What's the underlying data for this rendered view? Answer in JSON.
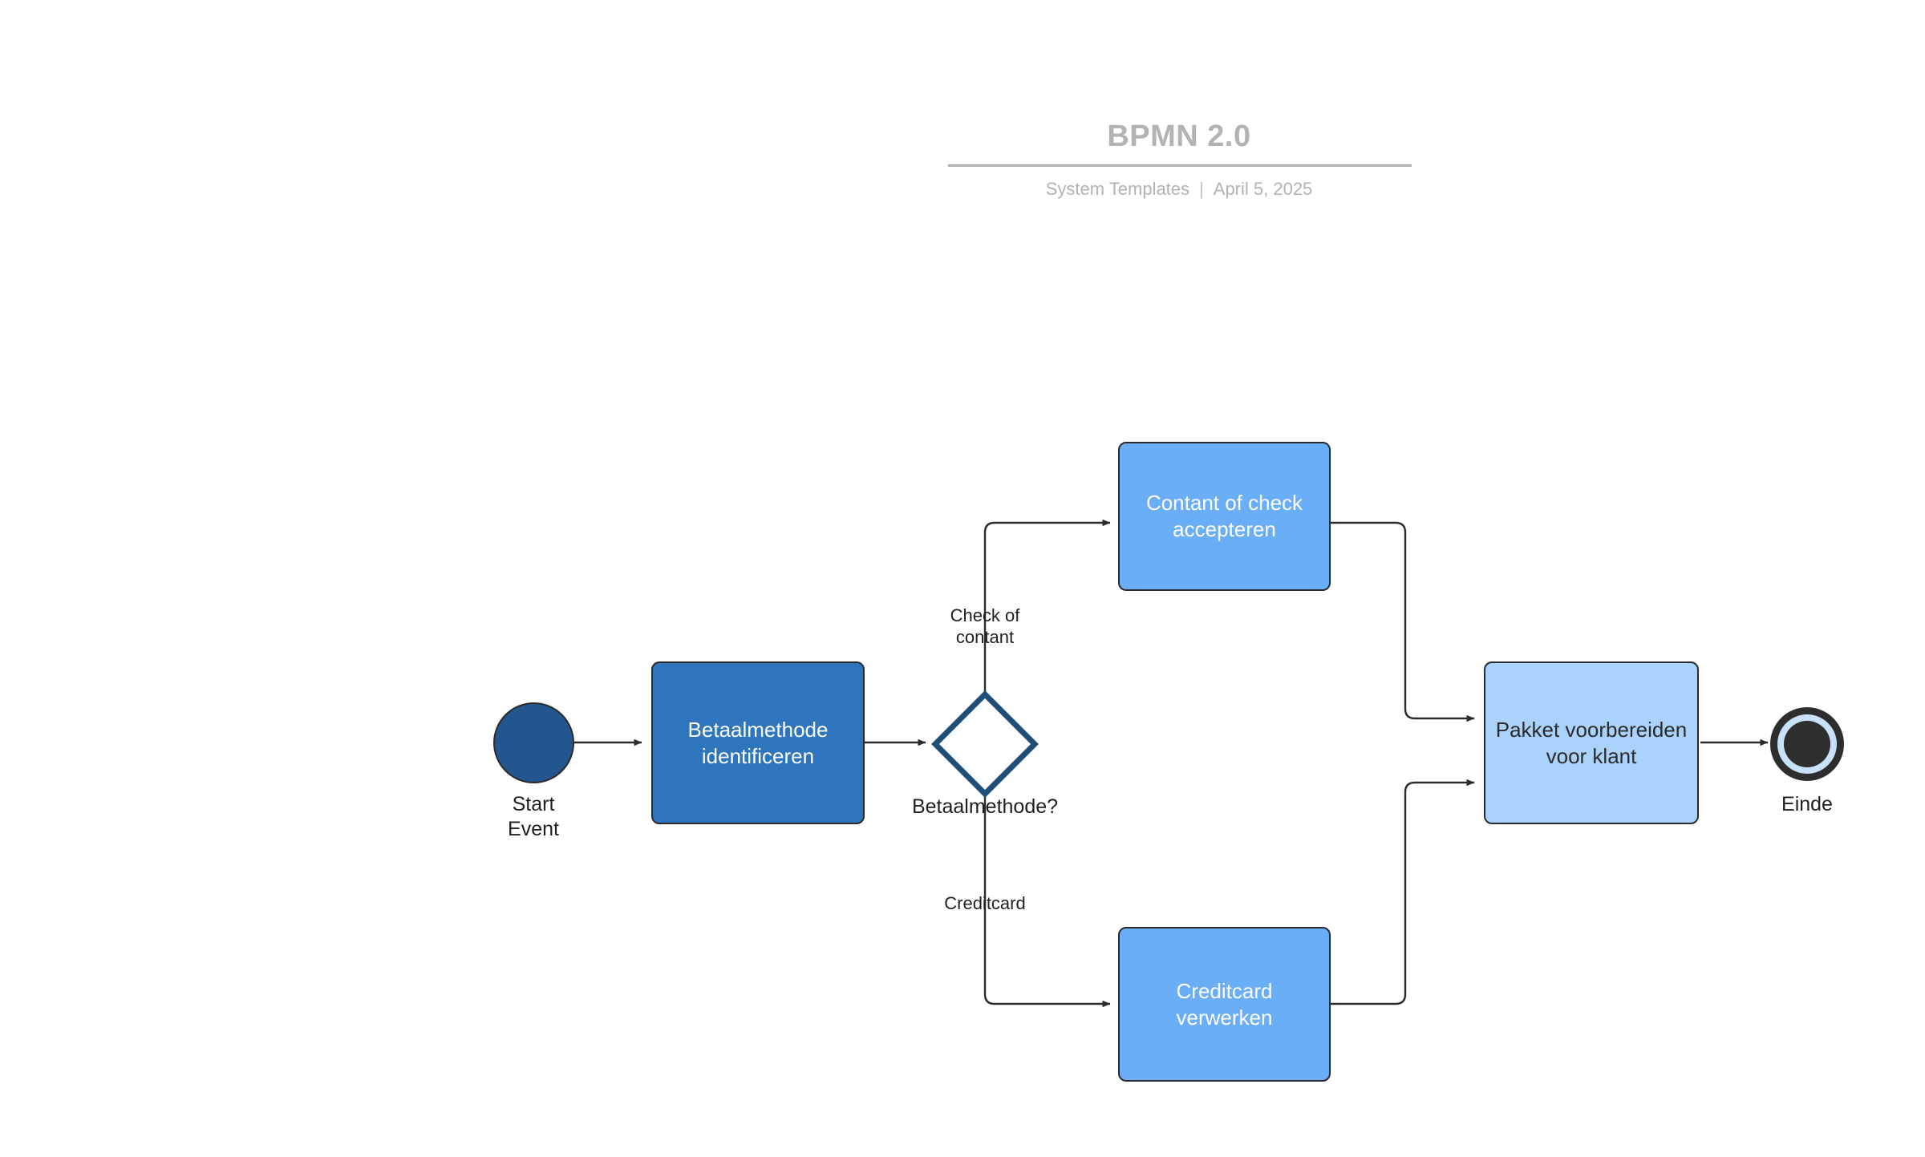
{
  "header": {
    "title": "BPMN 2.0",
    "source": "System Templates",
    "separator": "|",
    "date": "April 5, 2025"
  },
  "diagram": {
    "type": "bpmn-process-flow",
    "colors": {
      "task_dark": "#2E75BE",
      "task_mid": "#6AAEF7",
      "task_light": "#AAD2FA",
      "start_event_fill": "#23558F",
      "end_event_ring": "#2E2E2E",
      "end_event_gap": "#C9E2FB",
      "gateway_border": "#1F4E79",
      "gateway_fill": "#FFFFFF",
      "stroke": "#2B2B2B",
      "header_text": "#B3B3B3"
    },
    "nodes": [
      {
        "id": "start",
        "kind": "start-event",
        "label": "Start\nEvent"
      },
      {
        "id": "identify",
        "kind": "task",
        "label": "Betaalmethode\nidentificeren"
      },
      {
        "id": "gateway",
        "kind": "gateway",
        "label": "Betaalmethode?"
      },
      {
        "id": "cash",
        "kind": "task",
        "label": "Contant of check\naccepteren"
      },
      {
        "id": "creditcard",
        "kind": "task",
        "label": "Creditcard\nverwerken"
      },
      {
        "id": "prepare",
        "kind": "task",
        "label": "Pakket\nvoorbereiden voor\nklant"
      },
      {
        "id": "end",
        "kind": "end-event",
        "label": "Einde"
      }
    ],
    "edges": [
      {
        "from": "start",
        "to": "identify",
        "label": ""
      },
      {
        "from": "identify",
        "to": "gateway",
        "label": ""
      },
      {
        "from": "gateway",
        "to": "cash",
        "label": "Check of\ncontant"
      },
      {
        "from": "gateway",
        "to": "creditcard",
        "label": "Creditcard"
      },
      {
        "from": "cash",
        "to": "prepare",
        "label": ""
      },
      {
        "from": "creditcard",
        "to": "prepare",
        "label": ""
      },
      {
        "from": "prepare",
        "to": "end",
        "label": ""
      }
    ]
  }
}
